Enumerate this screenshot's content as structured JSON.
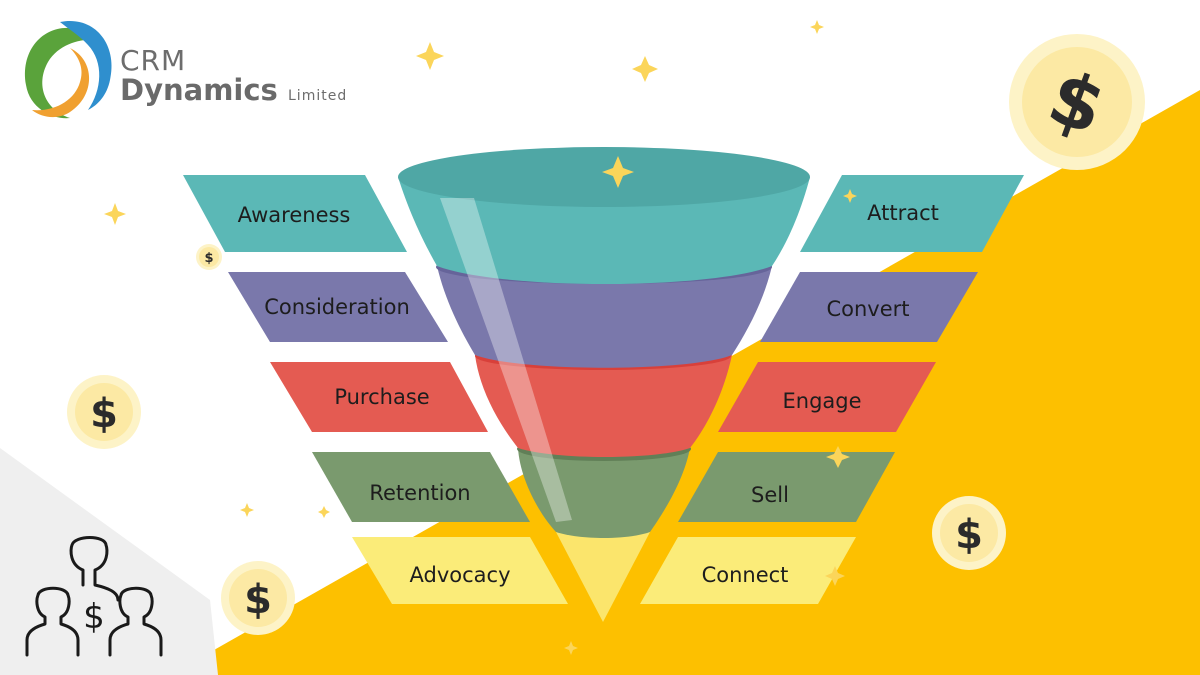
{
  "logo": {
    "line1": "CRM",
    "line2": "Dynamics",
    "line3": "Limited"
  },
  "funnel": {
    "left_labels": [
      "Awareness",
      "Consideration",
      "Purchase",
      "Retention",
      "Advocacy"
    ],
    "right_labels": [
      "Attract",
      "Convert",
      "Engage",
      "Sell",
      "Connect"
    ],
    "colors": [
      "#5bb8b6",
      "#7a78ab",
      "#e45b52",
      "#7a9a6e",
      "#fbec79"
    ]
  },
  "coin_symbol": "$",
  "palette": {
    "accent_yellow": "#fdc000",
    "coin_fill": "#fce9a4",
    "coin_ring": "#fdf3c7",
    "sparkle": "#fbd55a"
  }
}
